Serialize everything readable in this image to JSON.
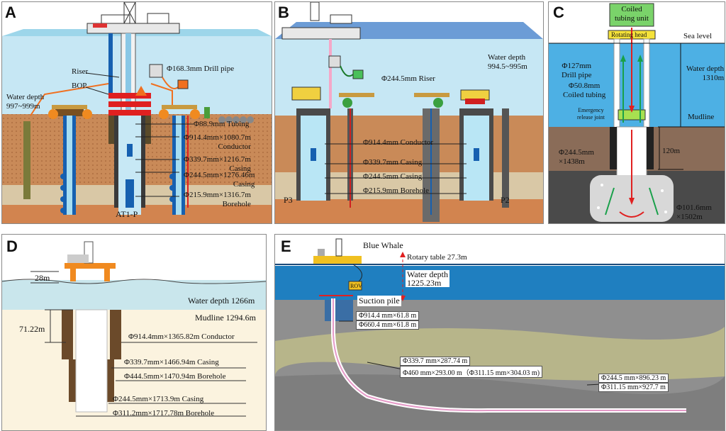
{
  "panels": {
    "A": {
      "label": "A",
      "drill_pipe": "Φ168.3mm Drill pipe",
      "riser": "Riser",
      "bop": "BOP",
      "water_depth": "Water depth\n997~999m",
      "tubing": "Φ88.9mm Tubing",
      "conductor": "Φ914.4mm×1080.7m\nConductor",
      "casing1": "Φ339.7mm×1216.7m\nCasing",
      "casing2": "Φ244.5mm×1276.46m\nCasing",
      "borehole": "Φ215.9mm×1316.7m\nBorehole",
      "well": "AT1-P"
    },
    "B": {
      "label": "B",
      "water_depth": "Water depth\n994.5~995m",
      "riser": "Φ244.5mm Riser",
      "conductor": "Φ914.4mm Conductor",
      "casing1": "Φ339.7mm Casing",
      "casing2": "Φ244.5mm Casing",
      "borehole": "Φ215.9mm Borehole",
      "well_left": "P3",
      "well_right": "P2"
    },
    "C": {
      "label": "C",
      "ctu": "Coiled\ntubing unit",
      "rotating_head": "Rotating head",
      "sea_level": "Sea level",
      "drill_pipe": "Φ127mm\nDrill pipe",
      "coiled_tubing": "Φ50.8mm\nCoiled tubing",
      "water_depth": "Water depth\n1310m",
      "mudline": "Mudline",
      "emergency": "Emergency\nrelease joint",
      "depth_120": "120m",
      "casing": "Φ244.5mm\n×1438m",
      "hole": "Φ101.6mm\n×1502m"
    },
    "D": {
      "label": "D",
      "air_gap": "28m",
      "water_depth": "Water depth 1266m",
      "mudline": "Mudline 1294.6m",
      "depth": "71.22m",
      "conductor": "Φ914.4mm×1365.82m Conductor",
      "casing1": "Φ339.7mm×1466.94m Casing",
      "borehole1": "Φ444.5mm×1470.94m  Borehole",
      "casing2": "Φ244.5mm×1713.9m Casing",
      "borehole2": "Φ311.2mm×1717.78m Borehole"
    },
    "E": {
      "label": "E",
      "rig": "Blue  Whale",
      "rotary": "Rotary table  27.3m",
      "water_depth": "Water depth\n1225.23m",
      "rov": "ROV",
      "suction_pile": "Suction pile",
      "c1a": "Φ914.4 mm×61.8 m",
      "c1b": "Φ660.4 mm×61.8 m",
      "c2a": "Φ339.7 mm×287.74 m",
      "c2b": "Φ460 mm×293.00 m（Φ311.15 mm×304.03 m)",
      "c3a": "Φ244.5 mm×896.23 m",
      "c3b": "Φ311.15 mm×927.7 m"
    }
  },
  "colors": {
    "sky": "#d3ecf7",
    "sea_top": "#8fd0e6",
    "sea": "#b5dff0",
    "sediment": "#c98a58",
    "deep_sea": "#1f7fc0",
    "pipe_blue": "#1660b0",
    "bop_red": "#e02020",
    "arrow_green": "#19a04a"
  }
}
